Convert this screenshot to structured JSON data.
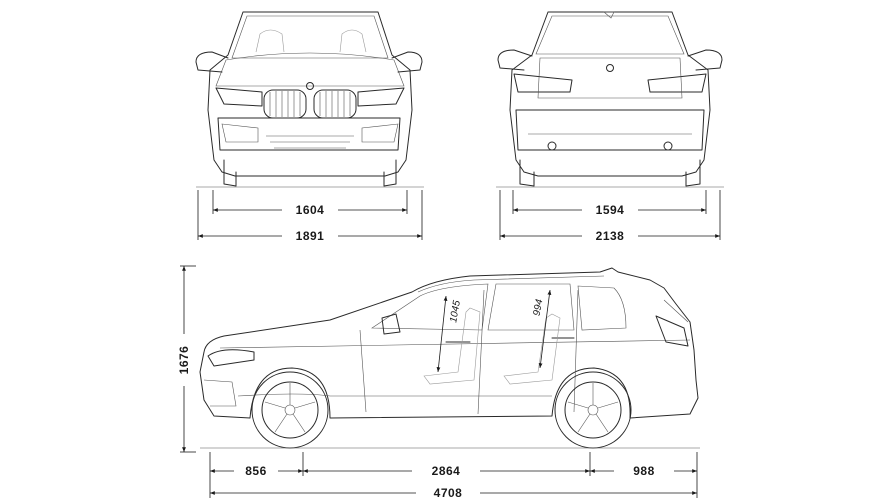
{
  "dimensions": {
    "front_track": "1604",
    "front_width": "1891",
    "rear_track": "1594",
    "rear_width": "2138",
    "height": "1676",
    "front_overhang": "856",
    "wheelbase": "2864",
    "rear_overhang": "988",
    "length": "4708",
    "front_headroom": "1045",
    "rear_headroom": "994"
  },
  "icons": [
    "bmw-roundel-icon",
    "kidney-grille-icon",
    "wheel-icon"
  ],
  "colors": {
    "line": "#2a2a2a",
    "background": "#ffffff"
  }
}
